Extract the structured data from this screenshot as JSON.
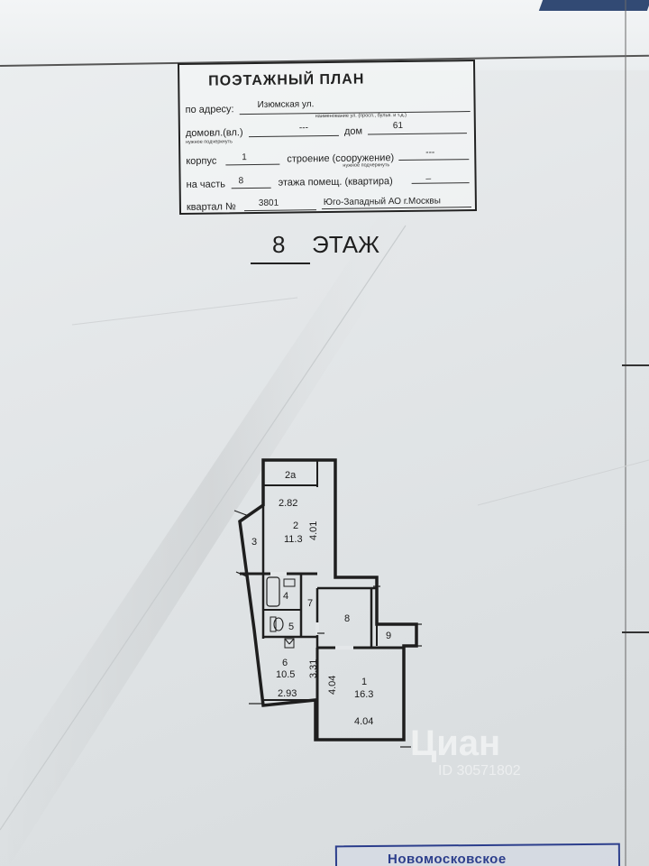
{
  "title_block": {
    "header": "ПОЭТАЖНЫЙ ПЛАН",
    "address_label": "по адресу:",
    "address_value": "Изюмская ул.",
    "address_sub": "наименование ул. (просп., бульв. и т.д.)",
    "domovl_label": "домовл.(вл.)",
    "domovl_value": "---",
    "domovl_sub": "нужное подчеркнуть",
    "dom_label": "дом",
    "dom_value": "61",
    "korpus_label": "корпус",
    "korpus_value": "1",
    "stroenie_label": "строение (сооружение)",
    "stroenie_value": "---",
    "stroenie_sub": "нужное подчеркнуть",
    "chast_label": "на часть",
    "chast_value": "8",
    "etazh_label": "этажа помещ. (квартира)",
    "etazh_value": "_",
    "kvartal_label": "квартал №",
    "kvartal_value": "3801",
    "district": "Юго-Западный АО г.Москвы"
  },
  "floor": {
    "number": "8",
    "label": "ЭТАЖ"
  },
  "rooms": [
    {
      "id": "2a",
      "label": "2а"
    },
    {
      "id": "2",
      "label": "2",
      "area": "11.3",
      "dim_w": "2.82",
      "dim_h": "4.01"
    },
    {
      "id": "3",
      "label": "3"
    },
    {
      "id": "4",
      "label": "4"
    },
    {
      "id": "5",
      "label": "5"
    },
    {
      "id": "7",
      "label": "7"
    },
    {
      "id": "8",
      "label": "8"
    },
    {
      "id": "9",
      "label": "9"
    },
    {
      "id": "6",
      "label": "6",
      "area": "10.5",
      "dim_w": "2.93",
      "dim_h": "3.31"
    },
    {
      "id": "1",
      "label": "1",
      "area": "16.3",
      "dim_w": "4.04",
      "dim_h": "4.04"
    }
  ],
  "watermark": {
    "brand": "Циан",
    "id_text": "ID 30571802"
  },
  "stamp": {
    "text": "Новомосковское"
  }
}
